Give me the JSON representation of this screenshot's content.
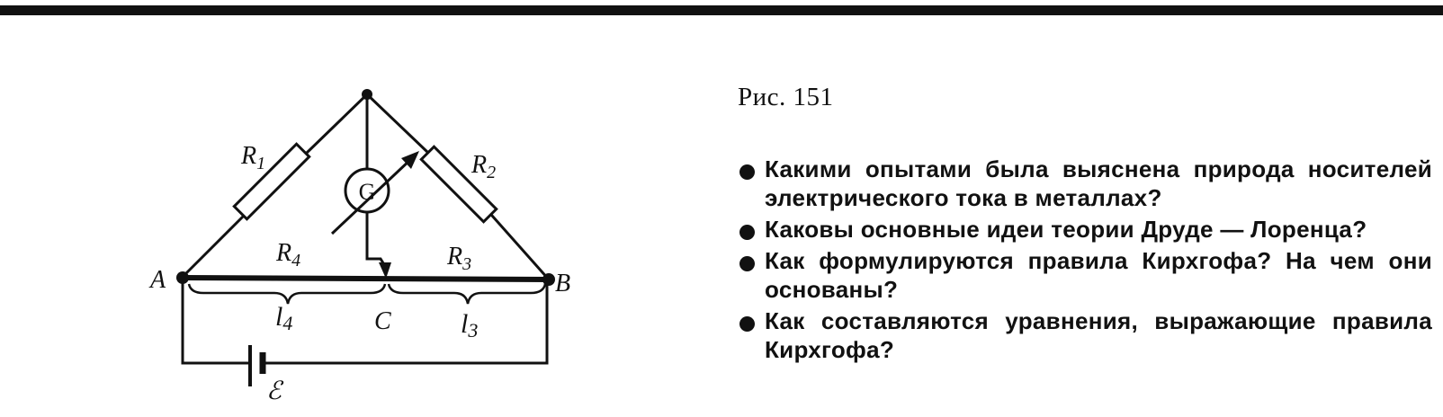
{
  "figure": {
    "labels": {
      "a": "A",
      "b": "B",
      "c": "C",
      "g": "G",
      "r1": "R",
      "r1_sub": "1",
      "r2": "R",
      "r2_sub": "2",
      "r3": "R",
      "r3_sub": "3",
      "r4": "R",
      "r4_sub": "4",
      "l4": "l",
      "l4_sub": "4",
      "l3": "l",
      "l3_sub": "3",
      "emf": "ℰ"
    }
  },
  "caption": "Рис. 151",
  "questions": [
    "Какими опытами была выяснена природа носителей электрического тока в металлах?",
    "Каковы основные идеи теории Друде — Лоренца?",
    "Как формулируются правила Кирхгофа? На чем они основаны?",
    "Как составляются уравнения, выражающие правила Кирхгофа?"
  ]
}
